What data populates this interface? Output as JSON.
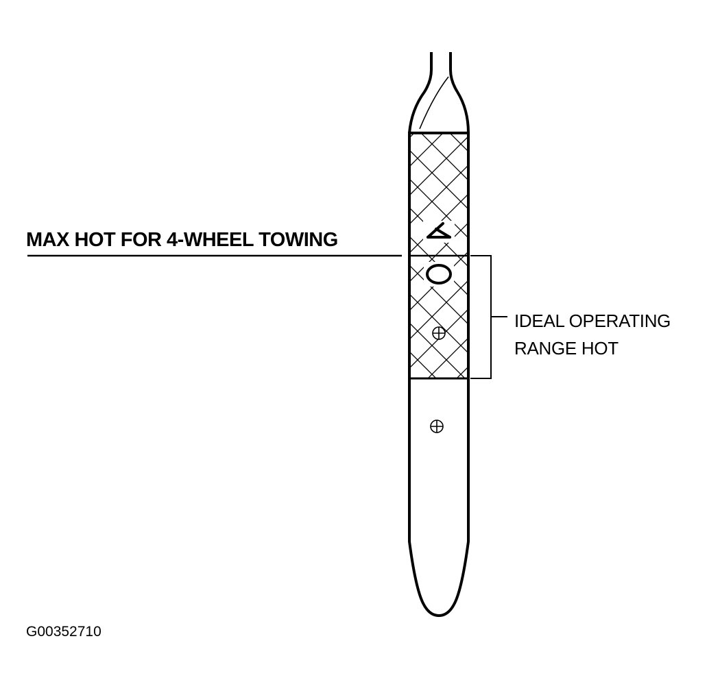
{
  "figure": {
    "max_hot_label": "MAX HOT FOR 4-WHEEL TOWING",
    "ideal_range_line1": "IDEAL OPERATING",
    "ideal_range_line2": "RANGE HOT",
    "figure_id": "G00352710"
  },
  "dipstick": {
    "marking_ok": "OK",
    "line_color": "#000000",
    "background": "#ffffff"
  }
}
